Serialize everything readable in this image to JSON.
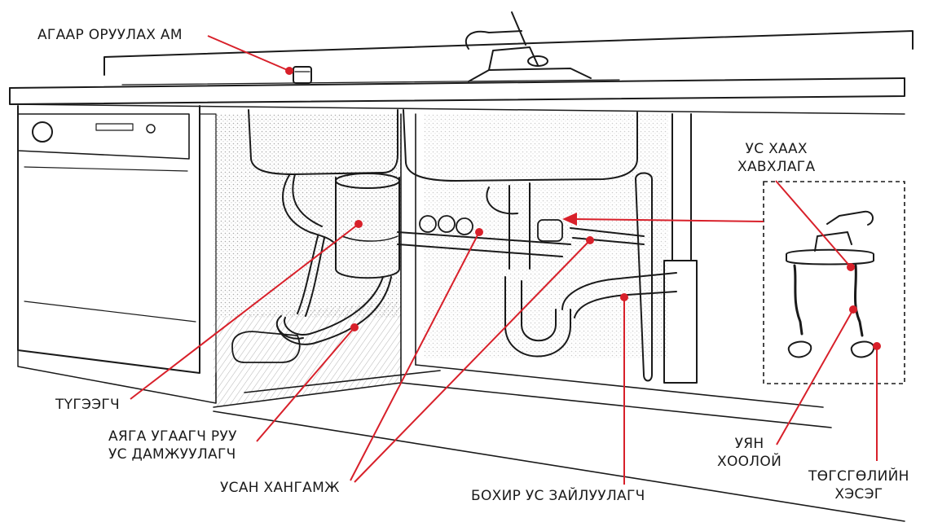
{
  "labels": {
    "air_gap": "АГААР ОРУУЛАХ АМ",
    "disposer": "ТҮГЭЭГЧ",
    "dishwasher_line_1": "АЯГА УГААГЧ РУУ",
    "dishwasher_line_2": "УС ДАМЖУУЛАГЧ",
    "water_supply": "УСАН ХАНГАМЖ",
    "drain": "БОХИР УС ЗАЙЛУУЛАГЧ",
    "shutoff_line_1": "УС ХААХ",
    "shutoff_line_2": "ХАВХЛАГА",
    "flex_line_1": "УЯН",
    "flex_line_2": "ХООЛОЙ",
    "tailpiece_line_1": "ТӨГСГӨЛИЙН",
    "tailpiece_line_2": "ХЭСЭГ"
  },
  "colors": {
    "leader": "#d8202a",
    "ink": "#1a1a1a",
    "background": "#ffffff"
  }
}
